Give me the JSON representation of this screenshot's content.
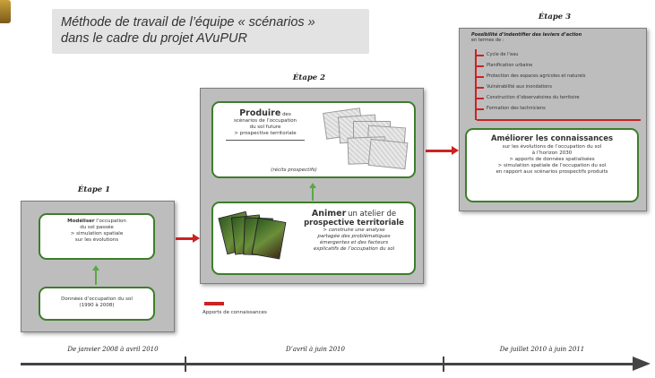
{
  "title": {
    "line1": "Méthode de travail de l’équipe « scénarios »",
    "line2": "dans le cadre du projet AVuPUR"
  },
  "stages": {
    "stage1": "Étape 1",
    "stage2": "Étape 2",
    "stage3": "Étape 3"
  },
  "stage1": {
    "model_box": {
      "bold": "Modéliser",
      "lines": [
        "l’occupation",
        "du sol passée",
        "> simulation spatiale",
        "sur les évolutions"
      ]
    },
    "data_box": {
      "lines": [
        "Données d’occupation du sol",
        "(1990 à 2008)"
      ]
    }
  },
  "stage2": {
    "produce_box": {
      "bold": "Produire",
      "lines": [
        "des",
        "scénarios de l’occupation",
        "du sol future",
        "> prospective territoriale"
      ],
      "footnote": "(récits prospectifs)"
    },
    "animate_box": {
      "bold": "Animer",
      "rest": "un atelier de",
      "title2": "prospective territoriale",
      "lines": [
        "> construire une analyse",
        "partagée des problématiques",
        "émergentes et des facteurs",
        "explicatifs de l’occupation du sol"
      ]
    }
  },
  "stage3": {
    "levers": {
      "title": "Possibilité d’indentifier des leviers d’action",
      "subtitle": "en termes de :",
      "items": [
        "Cycle de l’eau",
        "Planification urbaine",
        "Protection des espaces agricoles et naturels",
        "Vulnérabilité aux inondations",
        "Construction d’observatoires du territoire",
        "Formation des techniciens"
      ]
    },
    "improve_box": {
      "title": "Améliorer les connaissances",
      "lines": [
        "sur les évolutions de l’occupation du sol",
        "à l’horizon 2030",
        "> apports de données spatialisées",
        "> simulation spatiale de l’occupation du sol",
        "en rapport aux scénarios prospectifs produits"
      ]
    }
  },
  "legend": {
    "label": "Apports de connaissances"
  },
  "timeline": {
    "periods": [
      "De janvier 2008 à avril 2010",
      "D’avril à juin 2010",
      "De juillet 2010 à juin 2011"
    ]
  },
  "colors": {
    "green_border": "#3e7d2b",
    "green_arrow": "#5aa844",
    "red_arrow": "#cc2222",
    "panel_grey": "#bdbdbd",
    "timeline": "#444444"
  }
}
